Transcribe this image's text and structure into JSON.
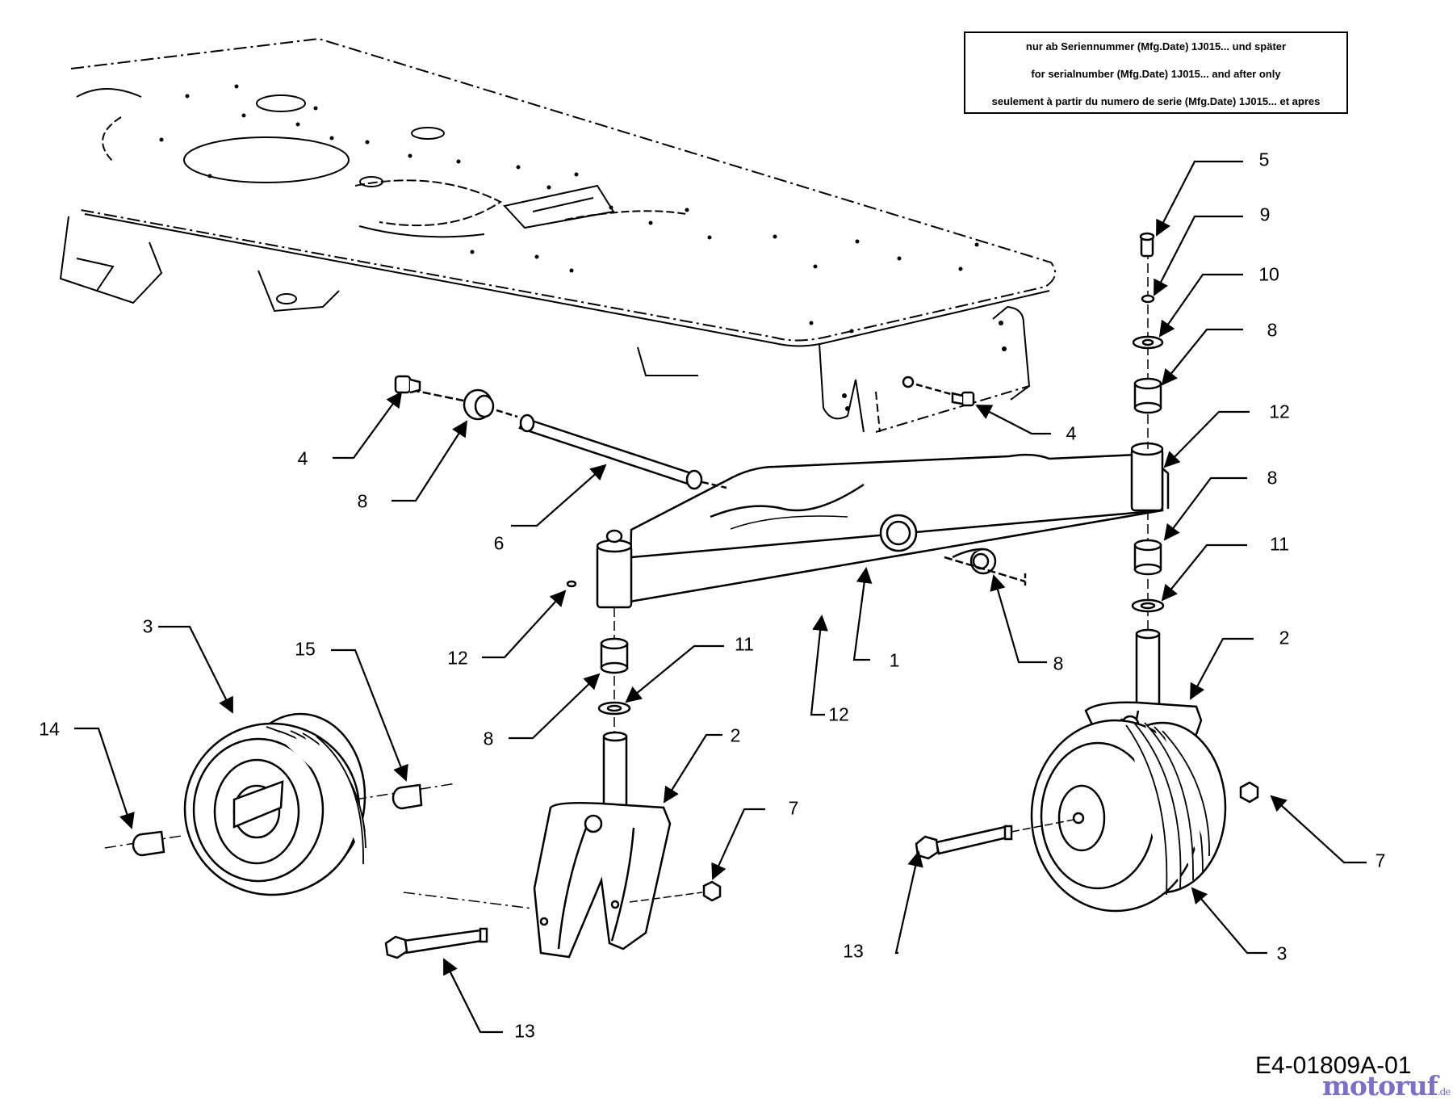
{
  "notice": {
    "line_de": "nur ab Seriennummer (Mfg.Date) 1J015... und später",
    "line_en": "for serialnumber (Mfg.Date) 1J015... and after only",
    "line_fr": "seulement à partir du numero de serie (Mfg.Date) 1J015... et apres"
  },
  "callouts": [
    {
      "id": "c5",
      "label": "5"
    },
    {
      "id": "c9",
      "label": "9"
    },
    {
      "id": "c10",
      "label": "10"
    },
    {
      "id": "c8a",
      "label": "8"
    },
    {
      "id": "c12a",
      "label": "12"
    },
    {
      "id": "c4a",
      "label": "4"
    },
    {
      "id": "c4b",
      "label": "4"
    },
    {
      "id": "c8b",
      "label": "8"
    },
    {
      "id": "c6",
      "label": "6"
    },
    {
      "id": "c8c",
      "label": "8"
    },
    {
      "id": "c11a",
      "label": "11"
    },
    {
      "id": "c12b",
      "label": "12"
    },
    {
      "id": "c2a",
      "label": "2"
    },
    {
      "id": "c1",
      "label": "1"
    },
    {
      "id": "c8d",
      "label": "8"
    },
    {
      "id": "c3a",
      "label": "3"
    },
    {
      "id": "c15",
      "label": "15"
    },
    {
      "id": "c11b",
      "label": "11"
    },
    {
      "id": "c14",
      "label": "14"
    },
    {
      "id": "c8e",
      "label": "8"
    },
    {
      "id": "c12c",
      "label": "12"
    },
    {
      "id": "c2b",
      "label": "2"
    },
    {
      "id": "c7a",
      "label": "7"
    },
    {
      "id": "c7b",
      "label": "7"
    },
    {
      "id": "c13a",
      "label": "13"
    },
    {
      "id": "c3b",
      "label": "3"
    },
    {
      "id": "c13b",
      "label": "13"
    }
  ],
  "drawing_code": "E4-01809A-01",
  "logo": {
    "name": "motoruf",
    "tld": ".de"
  }
}
